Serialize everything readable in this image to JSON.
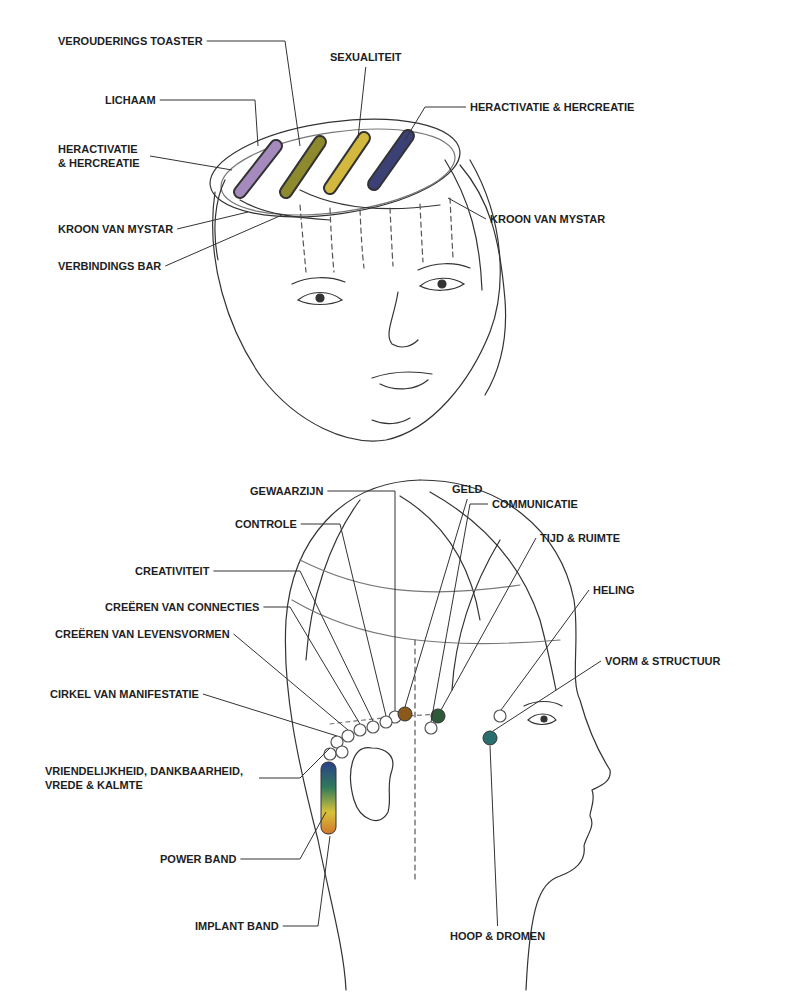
{
  "diagram": {
    "labels": [
      "VEROUDERINGS TOASTER",
      "SEXUALITEIT",
      "LICHAAM",
      "HERACTIVATIE & HERCREATIE",
      "HERACTIVATIE & HERCREATIE",
      "KROON VAN MYSTAR",
      "KROON VAN MYSTAR",
      "VERBINDINGS BAR",
      "GEWAARZIJN",
      "GELD",
      "CONTROLE",
      "COMMUNICATIE",
      "TIJD & RUIMTE",
      "CREATIVITEIT",
      "HELING",
      "CREËREN VAN CONNECTIES",
      "CREËREN VAN LEVENSVORMEN",
      "VORM & STRUCTUUR",
      "CIRKEL VAN MANIFESTATIE",
      "VRIENDELIJKHEID, DANKBAARHEID, VREDE & KALMTE",
      "POWER BAND",
      "IMPLANT BAND",
      "HOOP & DROMEN"
    ]
  }
}
